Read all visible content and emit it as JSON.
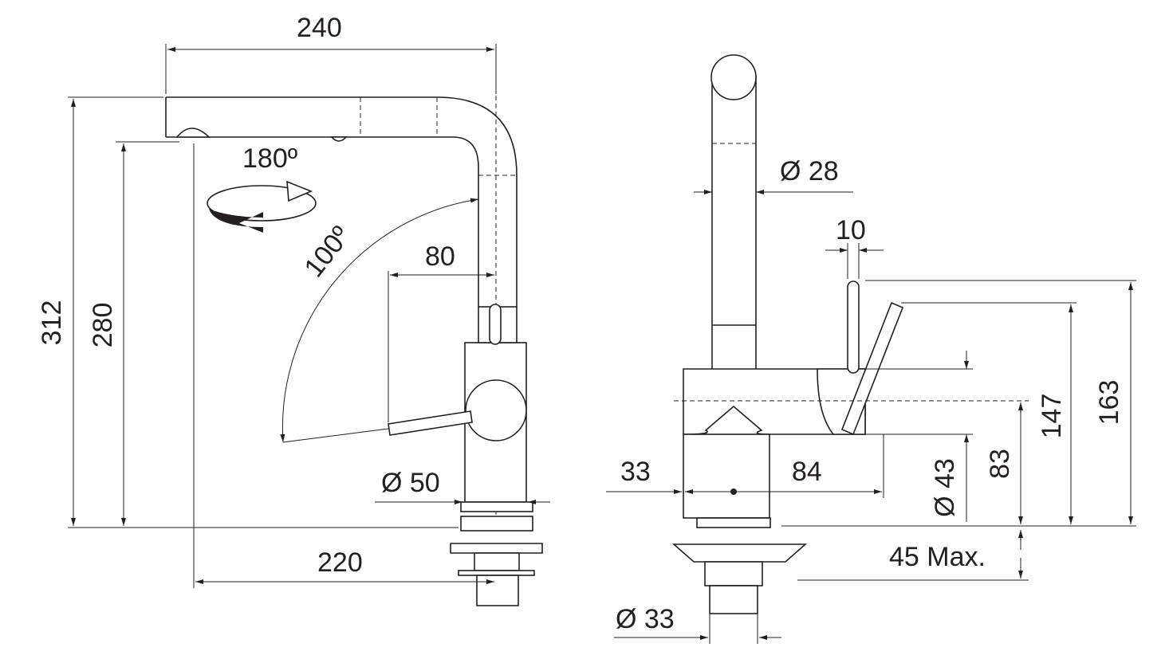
{
  "title": "Kitchen faucet technical drawing",
  "side_view": {
    "width_240": "240",
    "height_312": "312",
    "height_280": "280",
    "rotation_180": "180º",
    "lever_angle_100": "100º",
    "lever_80": "80",
    "body_diameter": "Ø 50",
    "reach_220": "220"
  },
  "front_view": {
    "tube_diameter": "Ø 28",
    "lever_width": "10",
    "height_163": "163",
    "height_147": "147",
    "height_83": "83",
    "hole_diameter": "Ø 43",
    "offset_33": "33",
    "depth_84": "84",
    "max_thickness": "45 Max.",
    "shank_diameter": "Ø 33"
  }
}
